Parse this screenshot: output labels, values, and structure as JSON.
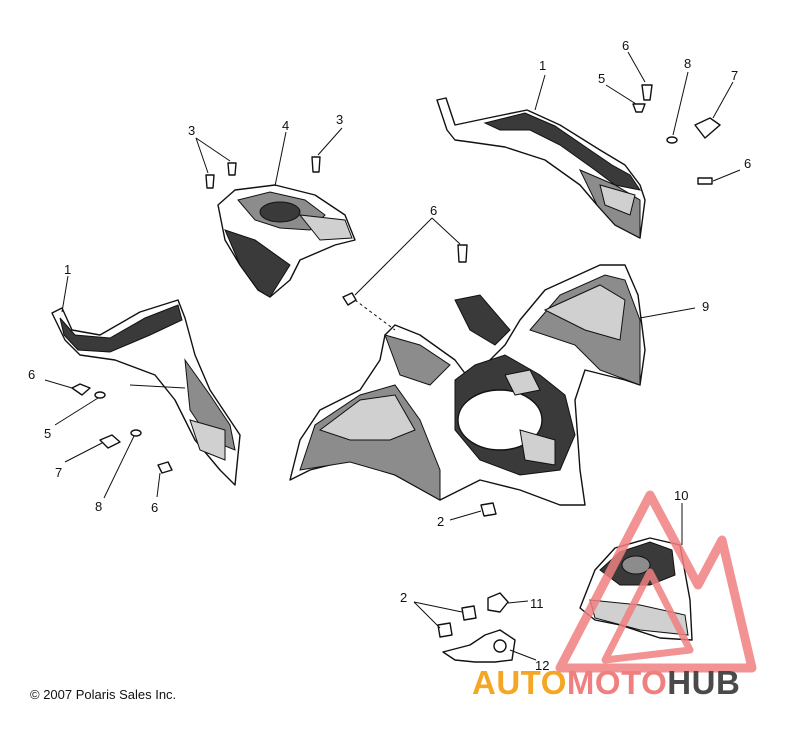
{
  "diagram": {
    "callouts": {
      "c1_top": "1",
      "c6_top": "6",
      "c5_top": "5",
      "c8_top": "8",
      "c7_top": "7",
      "c6_top_right": "6",
      "c3_left": "3",
      "c4": "4",
      "c3_right": "3",
      "c6_center": "6",
      "c1_left": "1",
      "c9": "9",
      "c6_left": "6",
      "c5_left": "5",
      "c7_left": "7",
      "c8_left": "8",
      "c6_bottom_left": "6",
      "c2_center": "2",
      "c10": "10",
      "c2_bottom": "2",
      "c11": "11",
      "c12": "12"
    },
    "copyright": "© 2007 Polaris Sales Inc."
  },
  "watermark": {
    "text_auto": "AUTO",
    "text_moto": "MOTO",
    "text_hub": "HUB",
    "color_auto": "#f5a623",
    "color_moto": "#f08080",
    "color_hub": "#4a4a4a",
    "triangle_color": "#f08080"
  }
}
